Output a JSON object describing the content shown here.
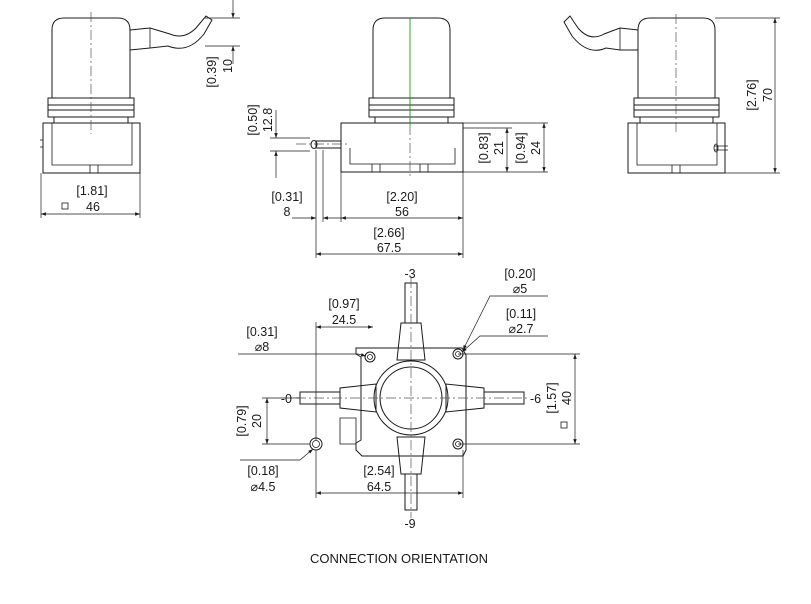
{
  "views": {
    "left": {
      "width_in": "[1.81]",
      "width_mm": "46",
      "cable_in": "[0.39]",
      "cable_mm": "10"
    },
    "middle": {
      "stub_in": "[0.50]",
      "stub_mm": "12.8",
      "port_in": "[0.31]",
      "port_mm": "8",
      "base_in": "[2.20]",
      "base_mm": "56",
      "overall_in": "[2.66]",
      "overall_mm": "67.5",
      "h1_in": "[0.83]",
      "h1_mm": "21",
      "h2_in": "[0.94]",
      "h2_mm": "24"
    },
    "right": {
      "height_in": "[2.76]",
      "height_mm": "70"
    }
  },
  "plan": {
    "port_top": "-3",
    "port_left": "-0",
    "port_right": "-6",
    "port_bottom": "-9",
    "offset_in": "[0.97]",
    "offset_mm": "24.5",
    "hole_tl_in": "[0.31]",
    "hole_tl_mm": "8",
    "hole_tr1_in": "[0.20]",
    "hole_tr1_mm": "5",
    "hole_tr2_in": "[0.11]",
    "hole_tr2_mm": "2.7",
    "height_in": "[1.57]",
    "height_mm": "40",
    "half_in": "[0.79]",
    "half_mm": "20",
    "hole_bl_in": "[0.18]",
    "hole_bl_mm": "4.5",
    "span_in": "[2.54]",
    "span_mm": "64.5"
  },
  "caption": "CONNECTION ORIENTATION"
}
